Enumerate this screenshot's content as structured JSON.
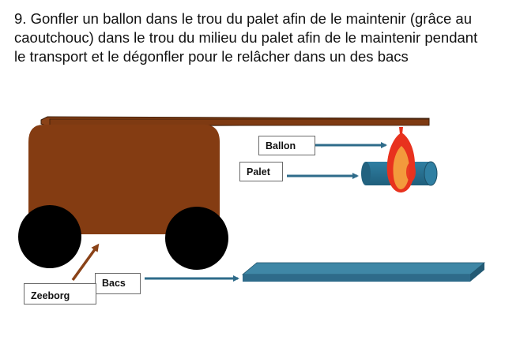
{
  "instruction": {
    "text": "9. Gonfler un ballon dans le trou du palet afin de le maintenir (grâce au caoutchouc) dans le trou du milieu du palet afin de le maintenir pendant le transport et le dégonfler pour le relâcher dans un des bacs"
  },
  "labels": {
    "ballon": "Ballon",
    "palet": "Palet",
    "bacs": "Bacs",
    "zeeborg": "Zeeborg"
  },
  "colors": {
    "robot_body": "#843c12",
    "robot_arm": "#8a4217",
    "wheel": "#000000",
    "arrow": "#2e6b8a",
    "tray": "#2e6b8a",
    "palet": "#2a7190",
    "balloon_outer": "#e8321e",
    "balloon_inner": "#f39a3c",
    "zeeborg_arrow": "#8a4217"
  }
}
